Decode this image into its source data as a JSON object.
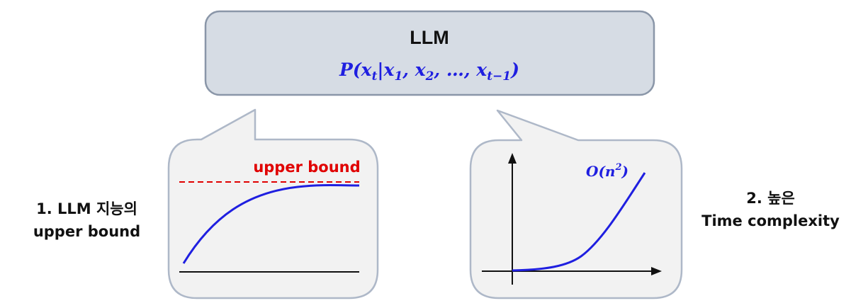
{
  "llm_box": {
    "title": "LLM",
    "formula": {
      "prefix": "P(",
      "x": "x",
      "sub_t": "t",
      "bar": "|",
      "sub_1": "1",
      "comma": ", ",
      "sub_2": "2",
      "ellipsis": "…",
      "sub_t_minus_1": "t−1",
      "suffix": ")"
    }
  },
  "left_panel": {
    "label_line1": "1.  LLM 지능의",
    "label_line2": "upper bound",
    "bound_label": "upper bound"
  },
  "right_panel": {
    "label_line1": "2. 높은",
    "label_line2": "Time complexity",
    "complexity_base": "O(n",
    "complexity_exp": "2",
    "complexity_close": ")"
  },
  "colors": {
    "box_fill": "#d6dce4",
    "box_stroke": "#8a96a8",
    "bubble_fill": "#f2f2f2",
    "bubble_stroke": "#aeb8c8",
    "curve": "#1f1fe0",
    "bound_line": "#e00000",
    "axis": "#111111"
  },
  "icons": {
    "arrow_up": "arrow-up-icon",
    "arrow_right": "arrow-right-icon"
  }
}
